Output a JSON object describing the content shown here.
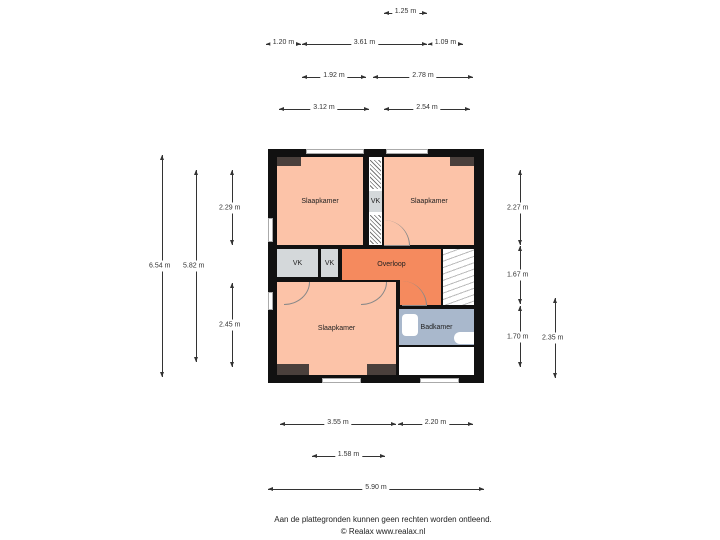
{
  "rooms": {
    "bedroom_top_left": "Slaapkamer",
    "bedroom_top_right": "Slaapkamer",
    "bedroom_bottom": "Slaapkamer",
    "landing": "Overloop",
    "bathroom": "Badkamer",
    "vk1": "VK",
    "vk2": "VK",
    "vk3": "VK"
  },
  "colors": {
    "bedroom": "#fcc3a8",
    "landing": "#f58a5e",
    "bathroom": "#a9b8cc",
    "storage": "#d4d8da",
    "wall": "#111111"
  },
  "dimensions": {
    "top": [
      "1.25 m",
      "1.20 m",
      "3.61 m",
      "1.09 m",
      "1.92 m",
      "2.78 m",
      "3.12 m",
      "2.54 m"
    ],
    "bottom": [
      "3.55 m",
      "2.20 m",
      "1.58 m",
      "5.90 m"
    ],
    "left": [
      "6.54 m",
      "5.82 m",
      "2.29 m",
      "2.45 m"
    ],
    "right": [
      "2.27 m",
      "1.67 m",
      "1.70 m",
      "2.35 m"
    ]
  },
  "footer": {
    "disclaimer": "Aan de plattegronden kunnen geen rechten worden ontleend.",
    "copyright": "© Realax www.realax.nl"
  }
}
